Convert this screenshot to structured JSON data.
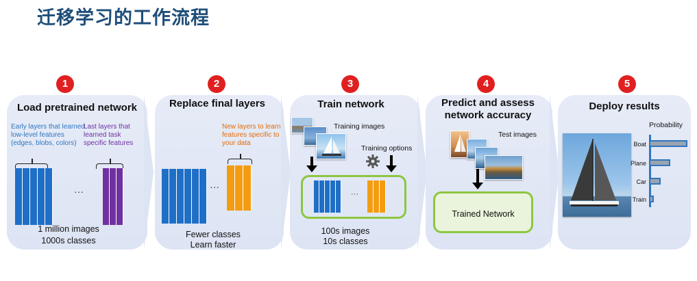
{
  "page_title": "迁移学习的工作流程",
  "steps": [
    {
      "number": "1",
      "title": "Load pretrained network",
      "early_layers_note": "Early layers that learned low-level features (edges, blobs, colors)",
      "last_layers_note": "Last layers that learned task specific features",
      "ellipsis": "···",
      "caption_line1": "1 million images",
      "caption_line2": "1000s classes"
    },
    {
      "number": "2",
      "title": "Replace final layers",
      "new_layers_note": "New layers to learn features specific to your data",
      "ellipsis": "···",
      "caption_line1": "Fewer classes",
      "caption_line2": "Learn faster"
    },
    {
      "number": "3",
      "title": "Train network",
      "training_images_label": "Training images",
      "training_options_label": "Training options",
      "ellipsis": "···",
      "caption_line1": "100s images",
      "caption_line2": "10s classes"
    },
    {
      "number": "4",
      "title_line1": "Predict and assess",
      "title_line2": "network accuracy",
      "test_images_label": "Test images",
      "trained_network_label": "Trained Network"
    },
    {
      "number": "5",
      "title": "Deploy results",
      "probability_title": "Probability",
      "probabilities": [
        {
          "label": "Boat",
          "value": 1.0
        },
        {
          "label": "Plane",
          "value": 0.55
        },
        {
          "label": "Car",
          "value": 0.3
        },
        {
          "label": "Train",
          "value": 0.12
        }
      ]
    }
  ],
  "colors": {
    "title": "#1f4e79",
    "panel": "#dde4f3",
    "badge": "#e02020",
    "pretrained_layers": "#1f6fc6",
    "task_layers": "#7030a0",
    "new_layers": "#f39c12",
    "highlight_box": "#8cc63f"
  }
}
